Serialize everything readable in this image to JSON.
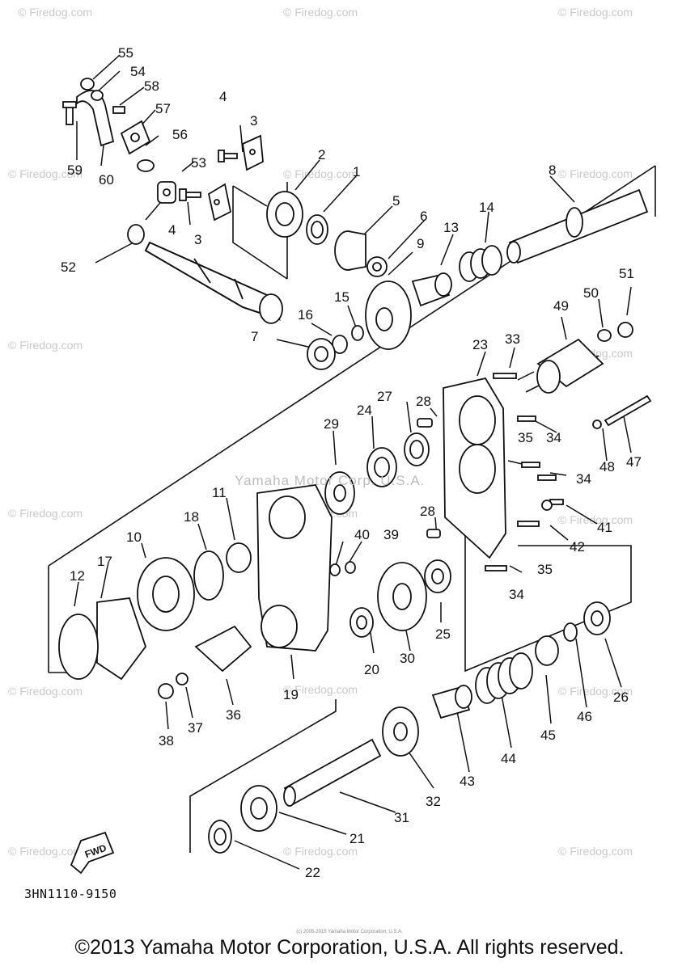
{
  "watermark_text": "© Firedog.com",
  "center_watermark": "Yamaha Motor Corp. U.S.A.",
  "fwd_label": "FWD",
  "drawing_number": "3HN1110-9150",
  "tiny_copyright": "(c) 2005-2015 Yamaha Motor Corporation, U.S.A.",
  "copyright": "©2013 Yamaha Motor Corporation, U.S.A. All rights reserved.",
  "callouts": [
    "1",
    "2",
    "3",
    "3",
    "4",
    "4",
    "5",
    "6",
    "7",
    "8",
    "9",
    "10",
    "11",
    "12",
    "13",
    "14",
    "15",
    "16",
    "17",
    "18",
    "19",
    "20",
    "21",
    "22",
    "23",
    "24",
    "25",
    "26",
    "27",
    "28",
    "28",
    "29",
    "30",
    "31",
    "32",
    "33",
    "34",
    "34",
    "34",
    "35",
    "35",
    "36",
    "37",
    "38",
    "39",
    "40",
    "41",
    "42",
    "43",
    "44",
    "45",
    "46",
    "47",
    "48",
    "49",
    "50",
    "51",
    "52",
    "53",
    "54",
    "55",
    "56",
    "57",
    "58",
    "59",
    "60"
  ],
  "colors": {
    "line": "#111111",
    "watermark": "#c9c9c9"
  }
}
